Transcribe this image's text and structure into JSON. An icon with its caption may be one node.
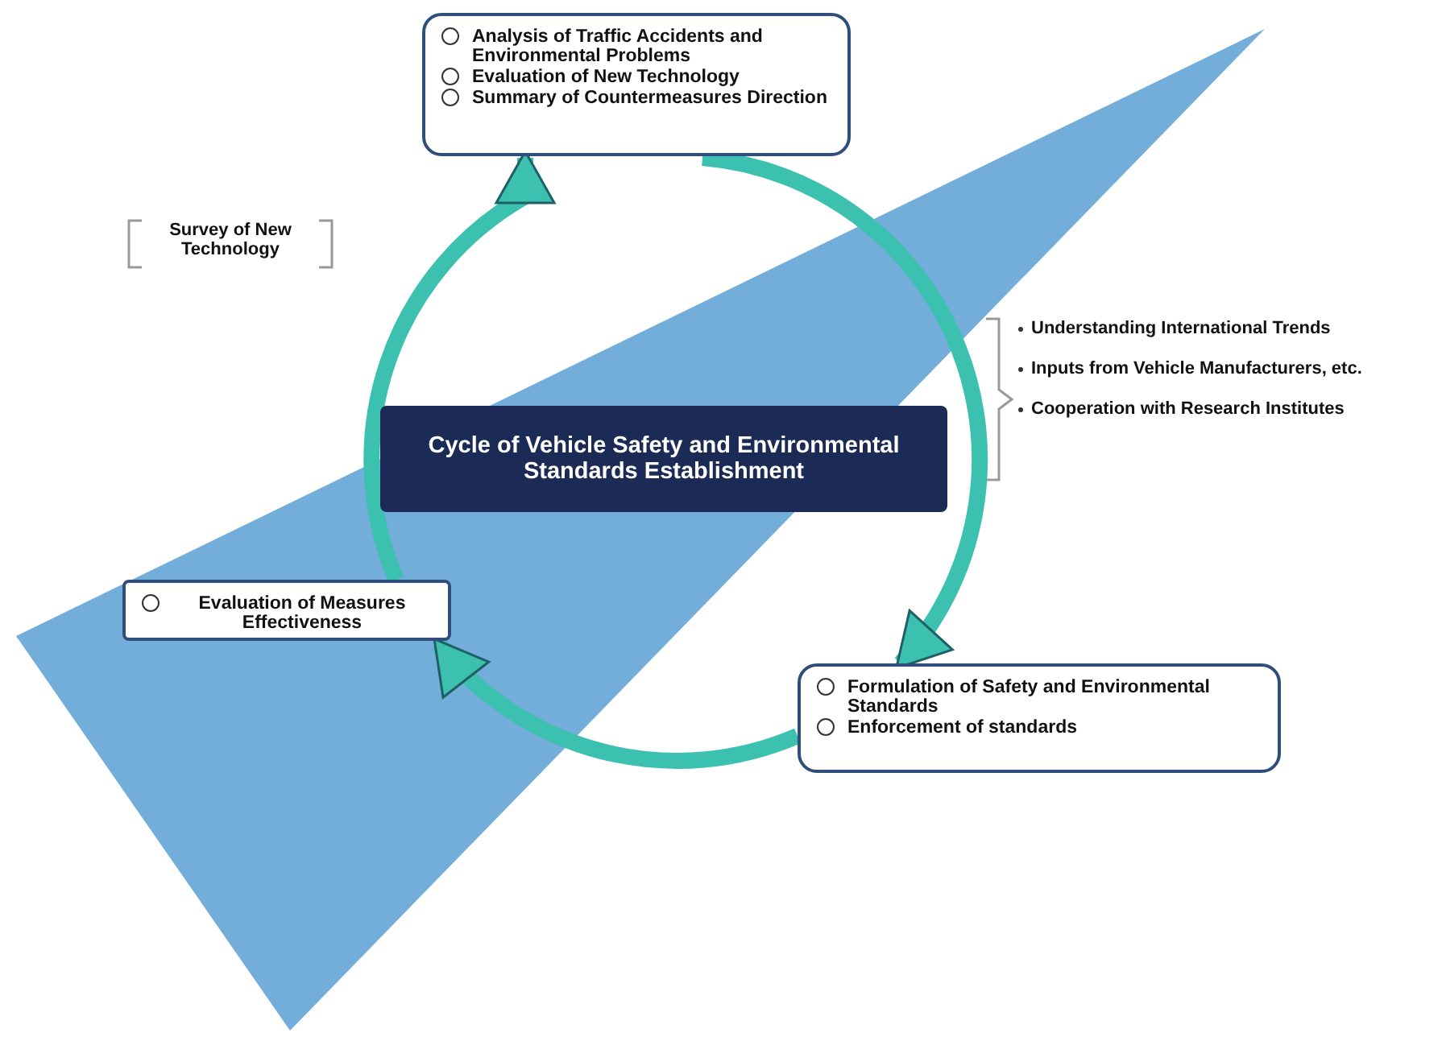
{
  "diagram": {
    "nodes": [
      {
        "text": [
          "Analysis of Traffic Accidents and Environmental Problems",
          "Evaluation of New Technology",
          "Summary of Countermeasures Direction"
        ]
      },
      {
        "text": [
          "Cycle of Vehicle Safety and Environmental Standards Establishment"
        ]
      },
      {
        "text": [
          "Evaluation of Measures Effectiveness"
        ]
      },
      {
        "text": [
          "Formulation of Safety and Environmental Standards",
          "Enforcement of standards"
        ]
      }
    ],
    "edges": [
      {
        "from": 0,
        "to": 3,
        "arrow": "to"
      },
      {
        "from": 3,
        "to": 2,
        "arrow": "to"
      },
      {
        "from": 2,
        "to": 0,
        "arrow": "to"
      }
    ],
    "labels": [
      "Survey of New Technology",
      "Understanding International Trends",
      "Inputs from Vehicle Manufacturers, etc.",
      "Cooperation with Research Institutes"
    ]
  }
}
